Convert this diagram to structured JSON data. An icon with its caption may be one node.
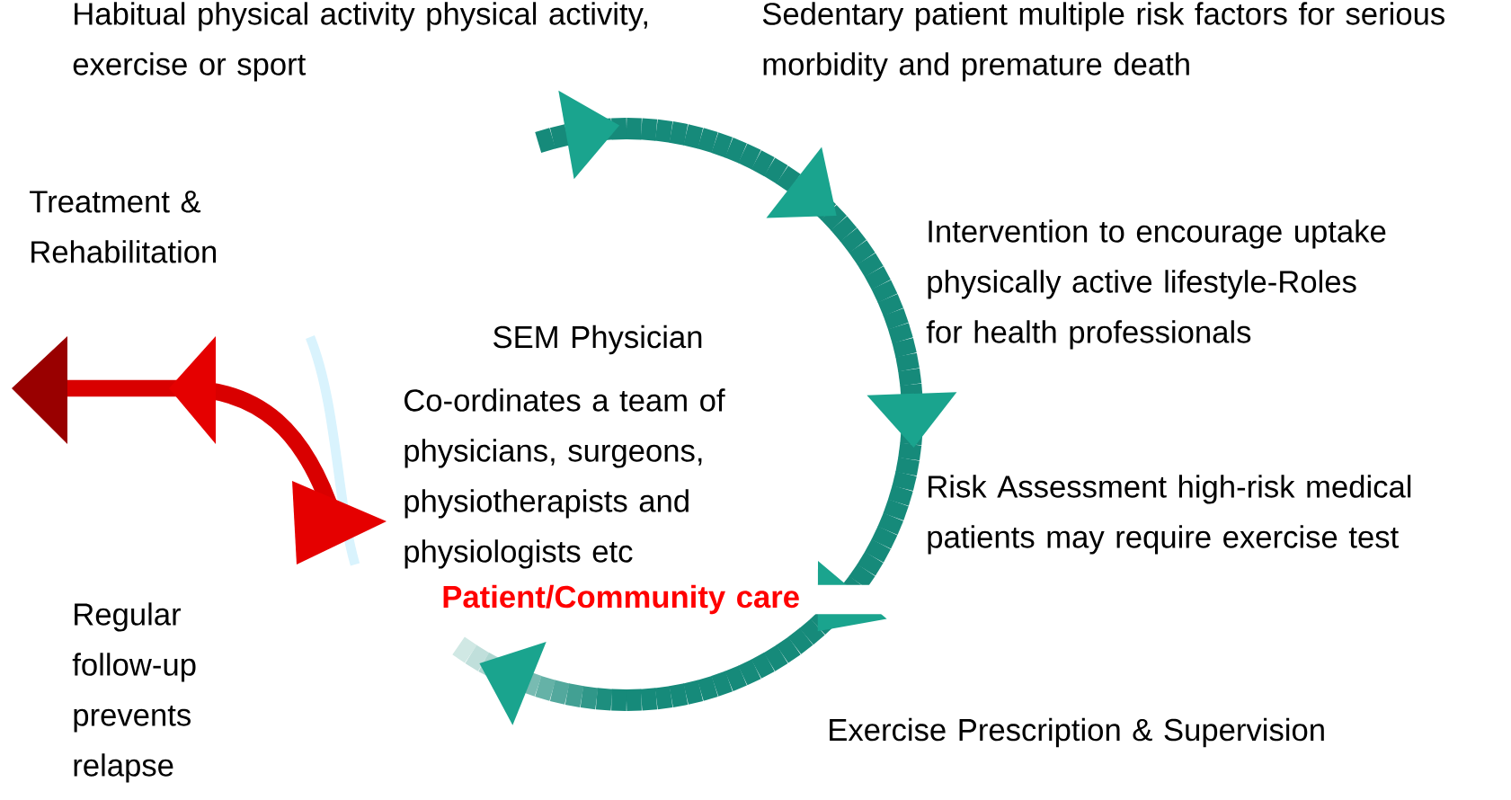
{
  "diagram": {
    "labels": [
      "Habitual physical activity physical activity, exercise or sport",
      "Sedentary patient multiple risk factors for serious morbidity and premature death",
      "Treatment & Rehabilitation",
      "Intervention to encourage uptake physically active lifestyle-Roles for health professionals",
      "SEM Physician",
      "Co-ordinates a team of physicians, surgeons, physiotherapists and physiologists etc",
      "Risk Assessment high-risk medical patients may require exercise test",
      "Patient/Community care",
      "Regular follow-up prevents relapse",
      "Exercise Prescription & Supervision"
    ]
  }
}
